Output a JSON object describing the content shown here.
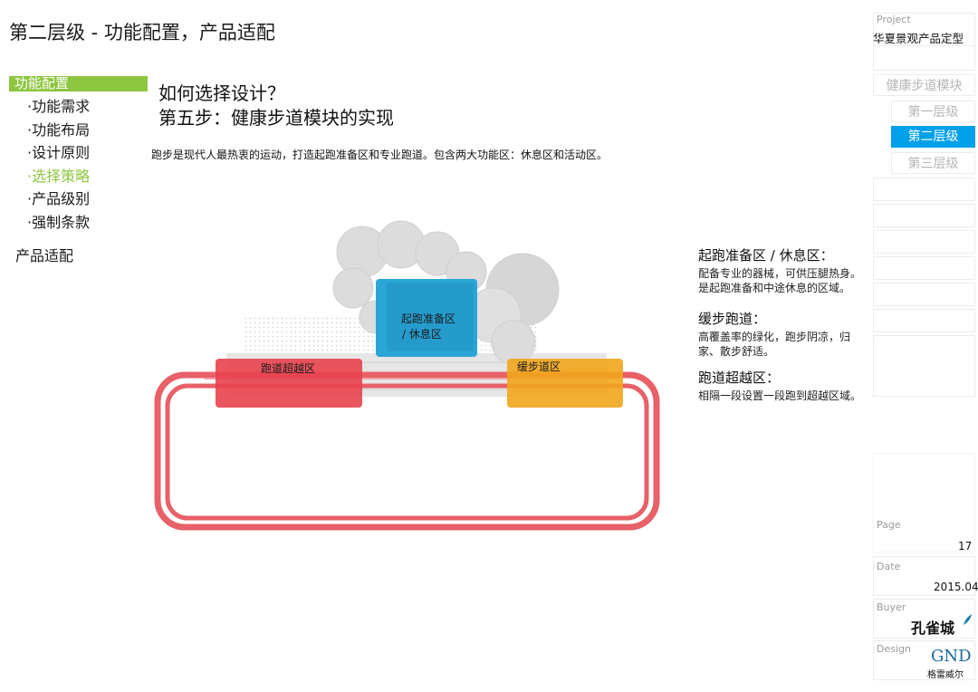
{
  "page_title": "第二层级 - 功能配置，产品适配",
  "nav": {
    "active_section": "功能配置",
    "items": [
      "·功能需求",
      "·功能布局",
      "·设计原则",
      "·选择策略",
      "·产品级别",
      "·强制条款"
    ],
    "active_item_index": 3,
    "secondary_section": "产品适配"
  },
  "content": {
    "heading_line1": "如何选择设计？",
    "heading_line2": "第五步：健康步道模块的实现",
    "intro": "跑步是现代人最热衷的运动，打造起跑准备区和专业跑道。包含两大功能区：休息区和活动区。"
  },
  "diagram": {
    "zone_ready_line1": "起跑准备区",
    "zone_ready_line2": "/ 休息区",
    "zone_overtake": "跑道超越区",
    "zone_slow": "缓步道区",
    "colors": {
      "ready": "#2aa6d8",
      "overtake": "#e8424e",
      "slow": "#f2a61c",
      "track": "#e86068"
    }
  },
  "annotations": [
    {
      "title": "起跑准备区 / 休息区：",
      "desc": "配备专业的器械，可供压腿热身。是起跑准备和中途休息的区域。"
    },
    {
      "title": "缓步跑道：",
      "desc": "高覆盖率的绿化，跑步阴凉，归家、散步舒适。"
    },
    {
      "title": "跑道超越区：",
      "desc": "相隔一段设置一段跑到超越区域。"
    }
  ],
  "sidebar": {
    "project_label": "Project",
    "project_name": "华夏景观产品定型",
    "module": "健康步道模块",
    "levels": [
      "第一层级",
      "第二层级",
      "第三层级"
    ],
    "active_level_index": 1,
    "page_label": "Page",
    "page_number": "17",
    "date_label": "Date",
    "date_value": "2015.04",
    "buyer_label": "Buyer",
    "buyer_logo": "孔雀城",
    "design_label": "Design",
    "design_logo": "GND",
    "design_name": "格雷威尔"
  }
}
